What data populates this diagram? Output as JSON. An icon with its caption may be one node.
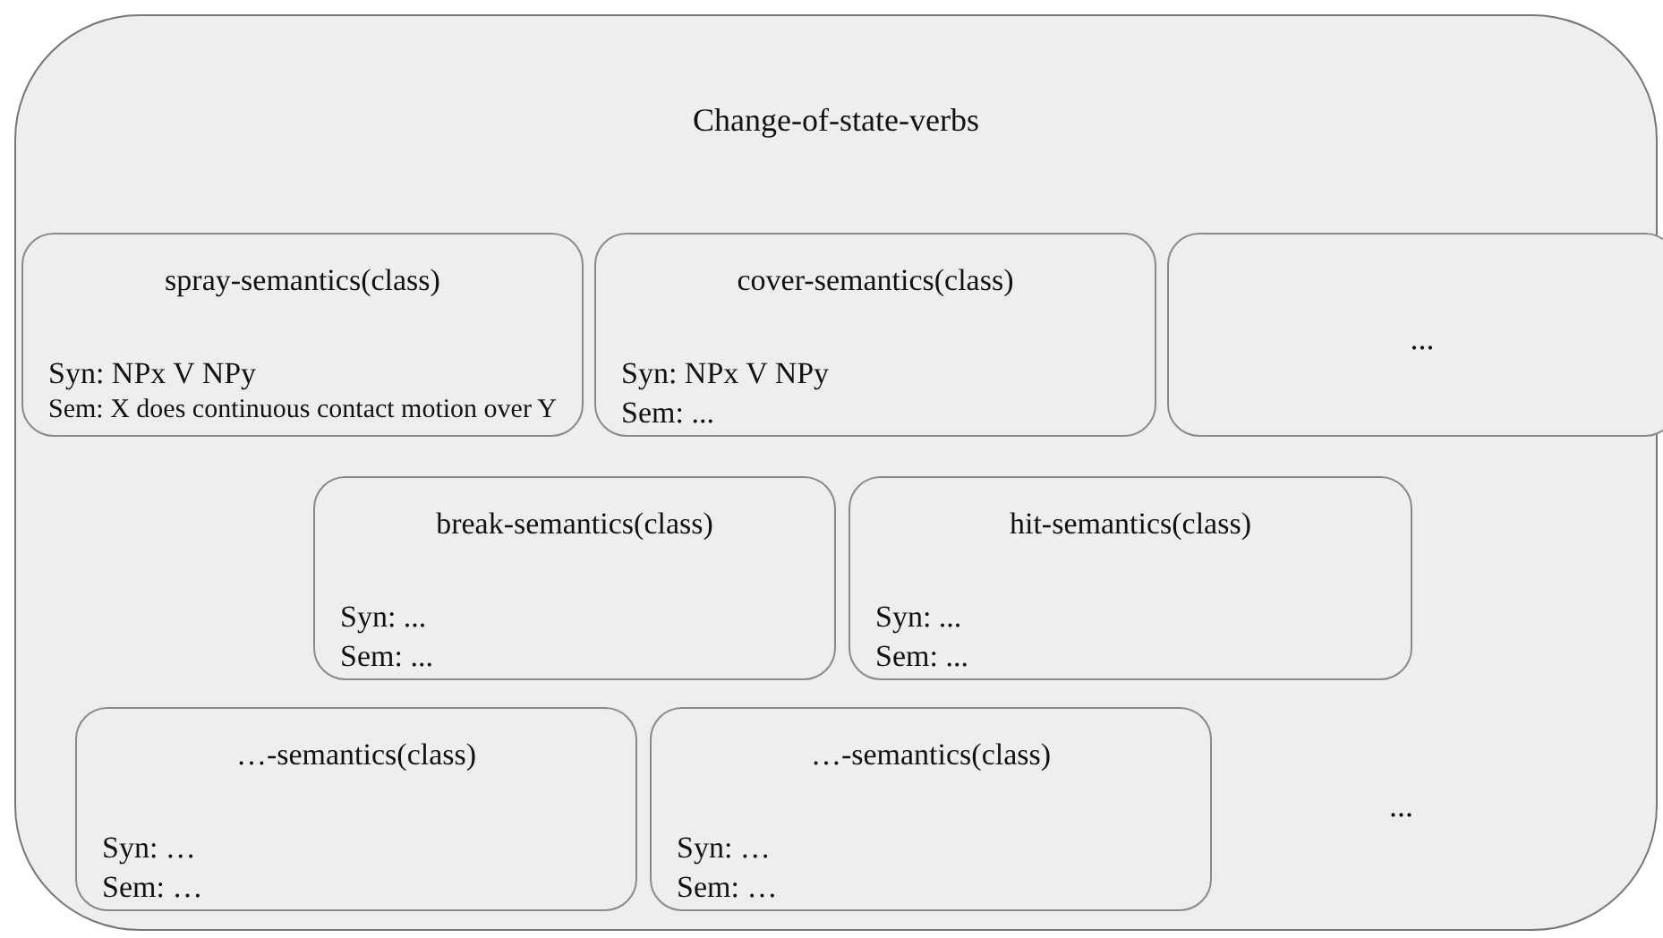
{
  "diagram": {
    "nodes": [
      {
        "text": [
          "Change-of-state-verbs"
        ]
      },
      {
        "text": [
          "spray-semantics(class)",
          "Syn: NPx V NPy",
          "Sem: X does continuous contact motion over Y"
        ],
        "in": 0
      },
      {
        "text": [
          "cover-semantics(class)",
          "Syn: NPx V NPy",
          "Sem: ..."
        ],
        "in": 0
      },
      {
        "text": [
          "..."
        ],
        "in": 0
      },
      {
        "text": [
          "break-semantics(class)",
          "Syn: ...",
          "Sem: ..."
        ],
        "in": 0
      },
      {
        "text": [
          "hit-semantics(class)",
          "Syn: ...",
          "Sem: ..."
        ],
        "in": 0
      },
      {
        "text": [
          "…-semantics(class)",
          "Syn: …",
          "Sem: …"
        ],
        "in": 0
      },
      {
        "text": [
          "…-semantics(class)",
          "Syn: …",
          "Sem: …"
        ],
        "in": 0
      }
    ],
    "edges": [],
    "labels": [
      "..."
    ]
  }
}
